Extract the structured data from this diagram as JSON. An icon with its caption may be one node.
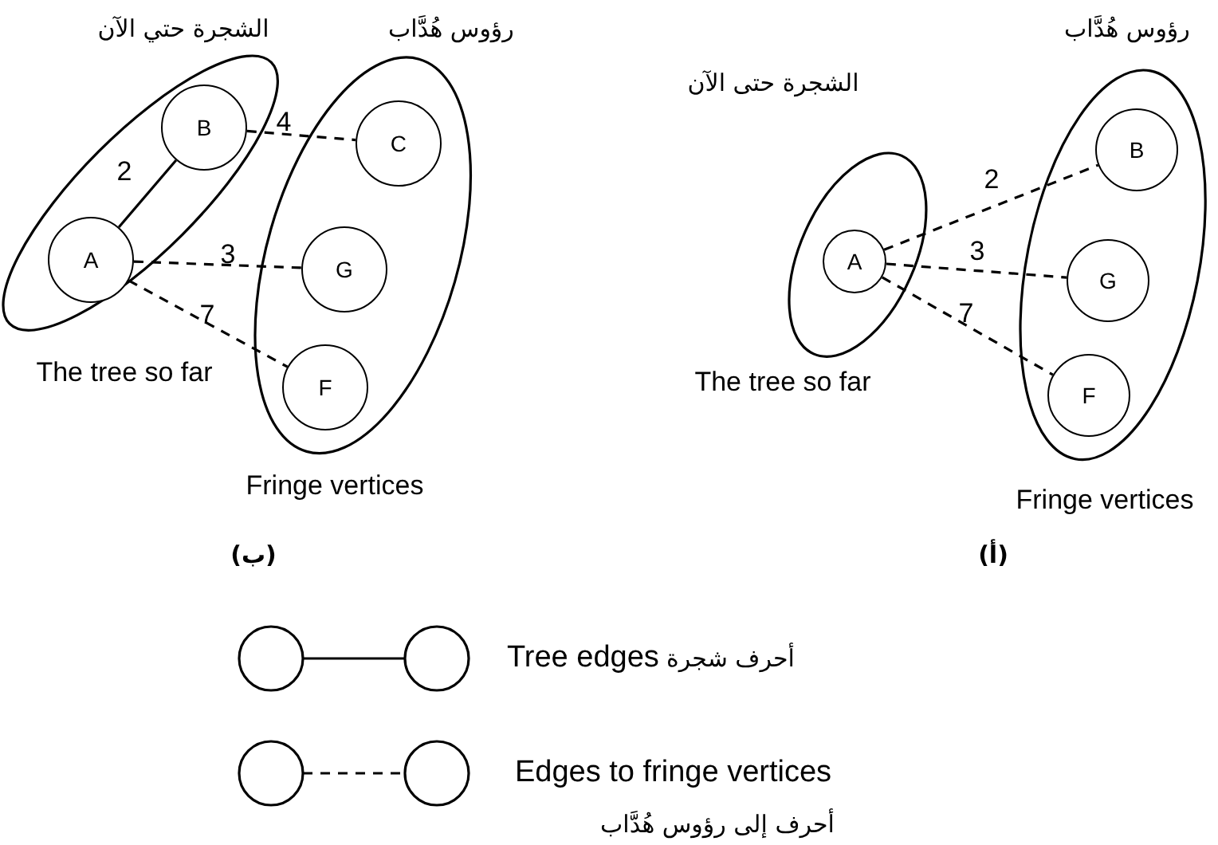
{
  "diagram": {
    "nodes": [
      {
        "text": [
          "الشجرة حتي الآن",
          "The tree so far"
        ]
      },
      {
        "text": [
          "B"
        ],
        "in": 0
      },
      {
        "text": [
          "A"
        ],
        "in": 0
      },
      {
        "text": [
          "رؤوس هُدَّاب",
          "Fringe vertices"
        ]
      },
      {
        "text": [
          "C"
        ],
        "in": 3
      },
      {
        "text": [
          "G"
        ],
        "in": 3
      },
      {
        "text": [
          "F"
        ],
        "in": 3
      },
      {
        "text": [
          "الشجرة حتى الآن",
          "The tree so far"
        ]
      },
      {
        "text": [
          "A"
        ],
        "in": 7
      },
      {
        "text": [
          "رؤوس هُدَّاب",
          "Fringe vertices"
        ]
      },
      {
        "text": [
          "B"
        ],
        "in": 9
      },
      {
        "text": [
          "G"
        ],
        "in": 9
      },
      {
        "text": [
          "F"
        ],
        "in": 9
      }
    ],
    "edges": [
      {
        "from": 2,
        "to": 1,
        "arrow": "none",
        "label": "2"
      },
      {
        "from": 1,
        "to": 4,
        "arrow": "none",
        "label": "4",
        "style": "dashed"
      },
      {
        "from": 2,
        "to": 5,
        "arrow": "none",
        "label": "3",
        "style": "dashed"
      },
      {
        "from": 2,
        "to": 6,
        "arrow": "none",
        "label": "7",
        "style": "dashed"
      },
      {
        "from": 8,
        "to": 10,
        "arrow": "none",
        "label": "2",
        "style": "dashed"
      },
      {
        "from": 8,
        "to": 11,
        "arrow": "none",
        "label": "3",
        "style": "dashed"
      },
      {
        "from": 8,
        "to": 12,
        "arrow": "none",
        "label": "7",
        "style": "dashed"
      }
    ],
    "labels": [
      "(ب)",
      "(أ)",
      "أحرف شجرة",
      "أحرف إلى رؤوس هُدَّاب"
    ],
    "legend": [
      {
        "text": "Tree edges"
      },
      {
        "text": "Edges to fringe vertices"
      }
    ]
  }
}
